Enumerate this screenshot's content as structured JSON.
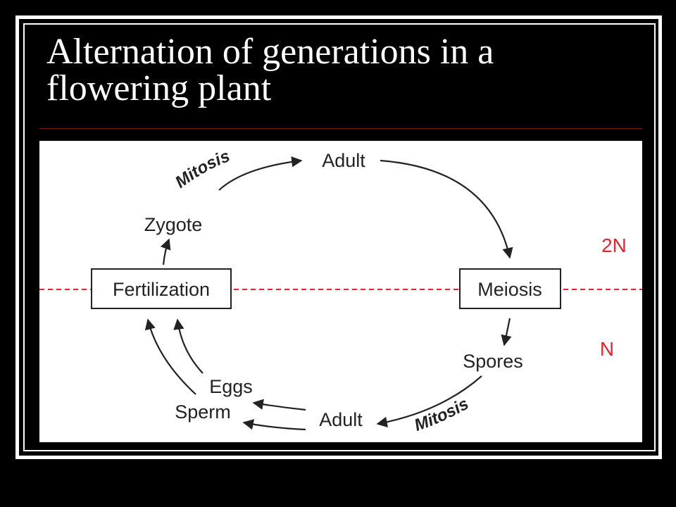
{
  "slide": {
    "title_line1": "Alternation of generations in a",
    "title_line2": "flowering plant"
  },
  "diagram": {
    "labels": {
      "adult_top": "Adult",
      "adult_bottom": "Adult",
      "zygote": "Zygote",
      "fertilization": "Fertilization",
      "meiosis": "Meiosis",
      "spores": "Spores",
      "eggs": "Eggs",
      "sperm": "Sperm",
      "mitosis_top": "Mitosis",
      "mitosis_bottom": "Mitosis",
      "ploidy_top": "2N",
      "ploidy_bottom": "N"
    },
    "colors": {
      "divider": "#e8232f",
      "ploidy_text": "#e8232f",
      "ink": "#222222",
      "panel": "#ffffff",
      "background": "#000000"
    }
  }
}
